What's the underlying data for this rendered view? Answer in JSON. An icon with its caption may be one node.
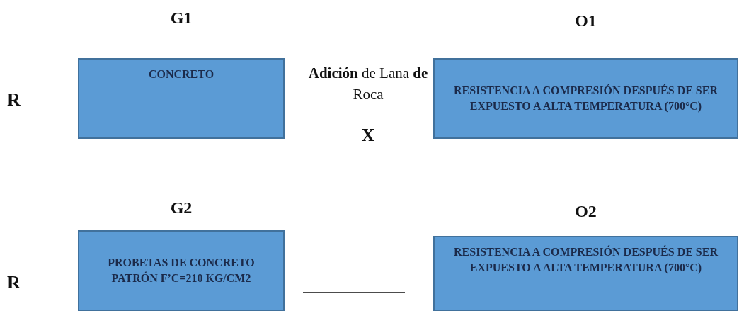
{
  "diagram": {
    "nodes": [
      {
        "text": [
          "G1",
          "CONCRETO"
        ]
      },
      {
        "text": [
          "O1",
          "RESISTENCIA A COMPRESIÓN DESPUÉS DE SER EXPUESTO A ALTA TEMPERATURA (700°C)"
        ]
      },
      {
        "text": [
          "G2",
          "PROBETAS DE CONCRETO PATRÓN F’C=210 KG/CM2"
        ]
      },
      {
        "text": [
          "O2",
          "RESISTENCIA A COMPRESIÓN DESPUÉS DE SER EXPUESTO A ALTA TEMPERATURA (700°C)"
        ]
      }
    ],
    "edges": [],
    "labels": [
      "R",
      "**Adición** de Lana **de** Roca",
      "X",
      "R"
    ]
  }
}
